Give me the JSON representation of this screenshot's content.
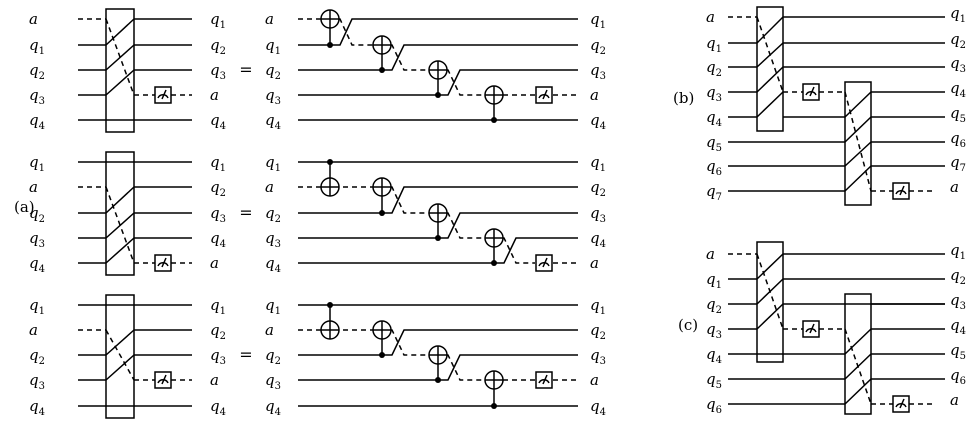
{
  "panels": [
    "(a)",
    "(b)",
    "(c)"
  ],
  "equals": "=",
  "a1": {
    "left_in": [
      "a",
      "q1",
      "q2",
      "q3",
      "q4"
    ],
    "left_out": [
      "q1",
      "q2",
      "q3",
      "a",
      "q4"
    ],
    "right_in": [
      "a",
      "q1",
      "q2",
      "q3",
      "q4"
    ],
    "right_out": [
      "q1",
      "q2",
      "q3",
      "a",
      "q4"
    ]
  },
  "a2": {
    "left_in": [
      "q1",
      "a",
      "q2",
      "q3",
      "q4"
    ],
    "left_out": [
      "q1",
      "q2",
      "q3",
      "q4",
      "a"
    ],
    "right_in": [
      "q1",
      "a",
      "q2",
      "q3",
      "q4"
    ],
    "right_out": [
      "q1",
      "q2",
      "q3",
      "q4",
      "a"
    ]
  },
  "a3": {
    "left_in": [
      "q1",
      "a",
      "q2",
      "q3",
      "q4"
    ],
    "left_out": [
      "q1",
      "q2",
      "q3",
      "a",
      "q4"
    ],
    "right_in": [
      "q1",
      "a",
      "q2",
      "q3",
      "q4"
    ],
    "right_out": [
      "q1",
      "q2",
      "q3",
      "a",
      "q4"
    ]
  },
  "b": {
    "inputs": [
      "a",
      "q1",
      "q2",
      "q3",
      "q4",
      "q5",
      "q6",
      "q7"
    ],
    "outputs": [
      "q1",
      "q2",
      "q3",
      "q4",
      "q5",
      "q6",
      "q7",
      "a"
    ]
  },
  "c": {
    "inputs": [
      "a",
      "q1",
      "q2",
      "q3",
      "q4",
      "q5",
      "q6"
    ],
    "outputs": [
      "q1",
      "q2",
      "q3",
      "q4",
      "q5",
      "q6",
      "a"
    ]
  }
}
